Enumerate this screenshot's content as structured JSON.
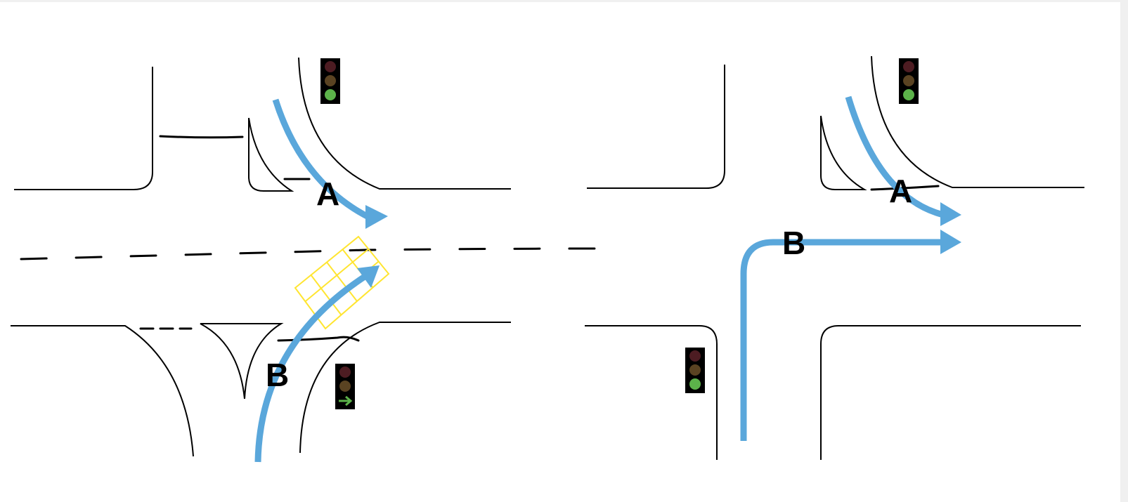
{
  "diagram": {
    "left_scenario": {
      "labels": {
        "a": "A",
        "b": "B"
      },
      "signals": [
        {
          "id": "top",
          "state": "green"
        },
        {
          "id": "bottom",
          "state": "green-right-arrow"
        }
      ],
      "box_junction": true
    },
    "right_scenario": {
      "labels": {
        "a": "A",
        "b": "B"
      },
      "signals": [
        {
          "id": "top",
          "state": "green"
        },
        {
          "id": "left",
          "state": "green"
        }
      ]
    }
  },
  "colors": {
    "path": "#5aa7db",
    "box_junction": "#ffe531",
    "red_off": "#4d1c22",
    "amber_off": "#5a4322",
    "green_on": "#5cb34a"
  }
}
